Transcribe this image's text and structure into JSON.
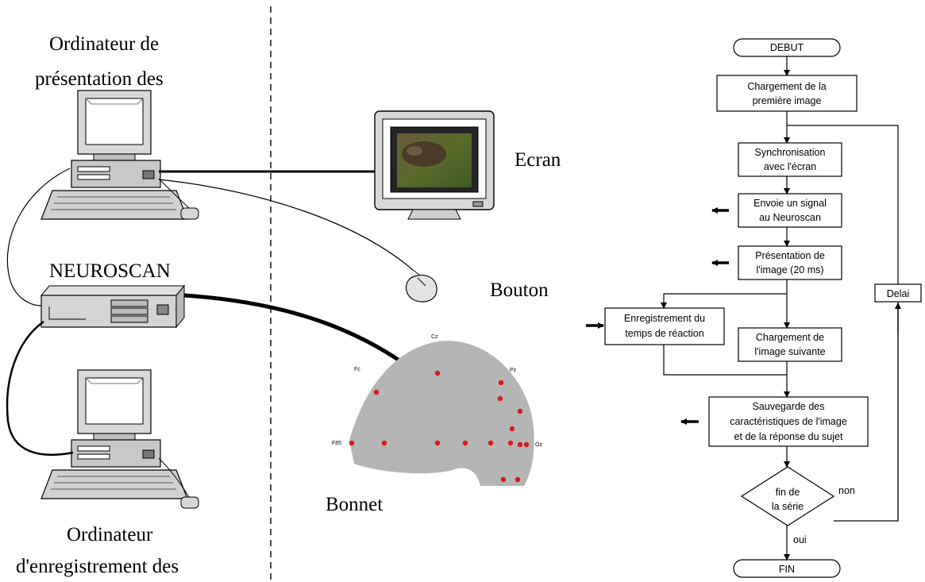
{
  "left": {
    "pres_computer_label_1": "Ordinateur de",
    "pres_computer_label_2": "présentation des",
    "neuroscan_label": "NEUROSCAN",
    "rec_computer_label_1": "Ordinateur",
    "rec_computer_label_2": "d'enregistrement des"
  },
  "middle": {
    "screen_label": "Ecran",
    "button_label": "Bouton",
    "cap_label": "Bonnet",
    "electrodes": [
      "Cz",
      "Fc",
      "Pz",
      "F85",
      "Oz"
    ]
  },
  "flowchart": {
    "start": "DEBUT",
    "load_first_1": "Chargement de la",
    "load_first_2": "première image",
    "sync_1": "Synchronisation",
    "sync_2": "avec l'écran",
    "signal_1": "Envoie un signal",
    "signal_2": "au Neuroscan",
    "present_1": "Présentation de",
    "present_2": "l'image (20 ms)",
    "record_1": "Enregistrement du",
    "record_2": "temps de réaction",
    "load_next_1": "Chargement de",
    "load_next_2": "l'image suivante",
    "save_1": "Sauvegarde des",
    "save_2": "caractéristiques de l'image",
    "save_3": "et de la réponse du sujet",
    "end_test_1": "fin de",
    "end_test_2": "la série",
    "no": "non",
    "yes": "oui",
    "delay": "Delai",
    "end": "FIN"
  }
}
